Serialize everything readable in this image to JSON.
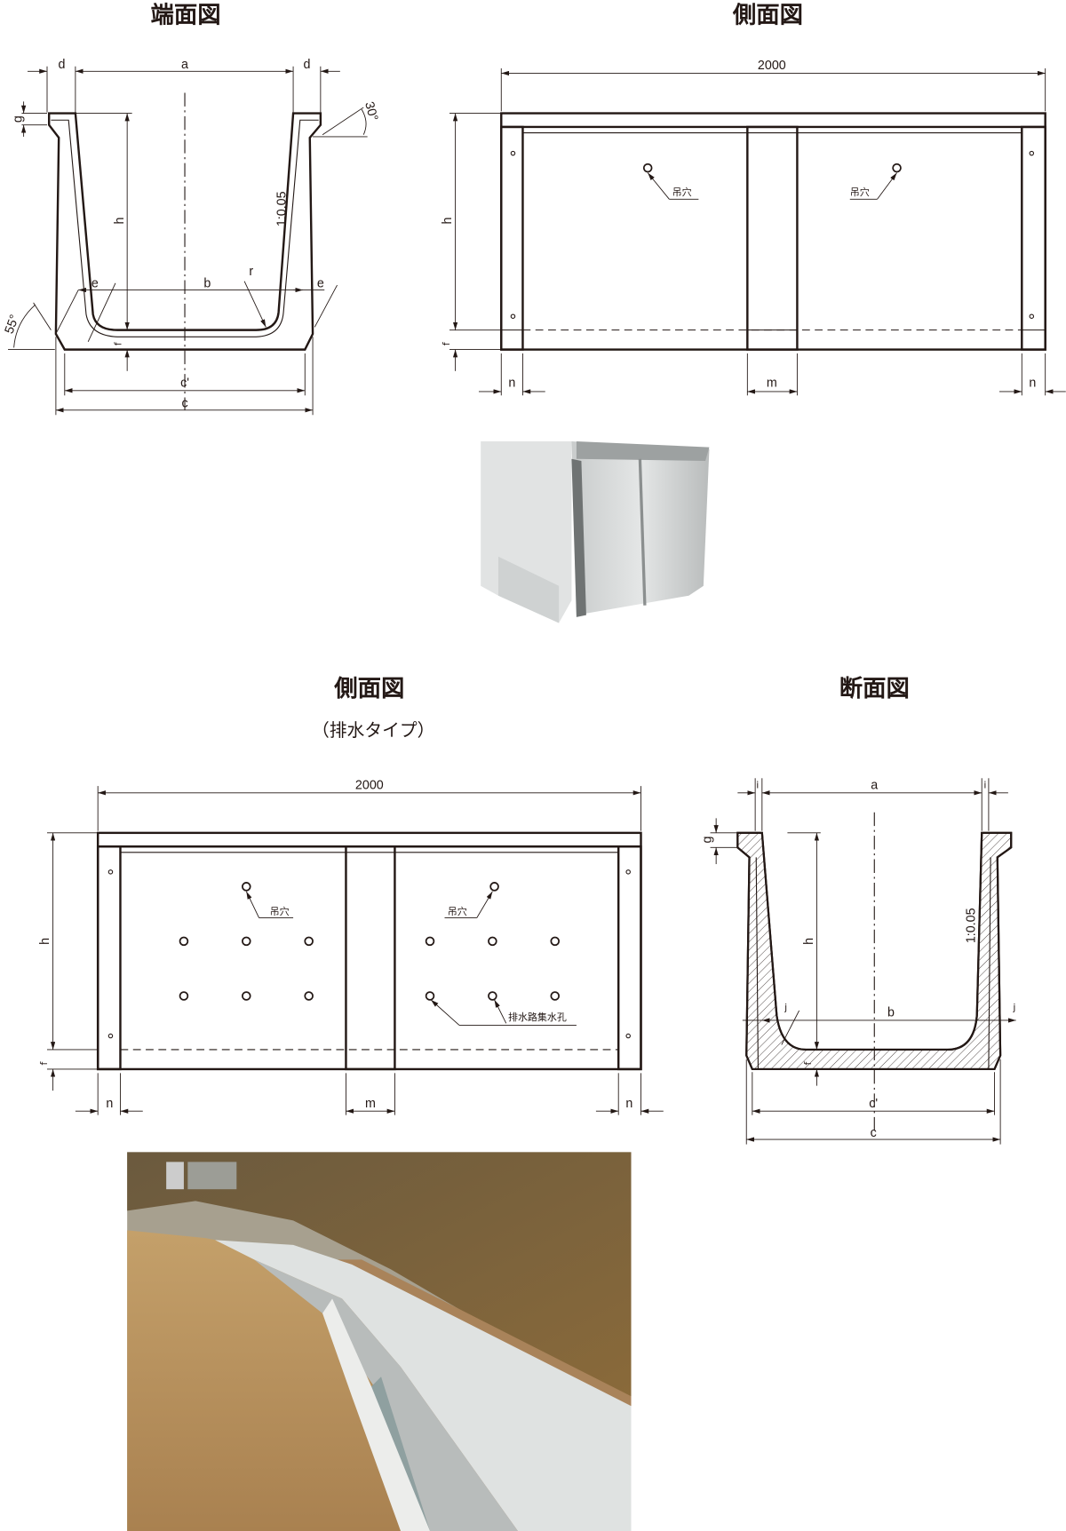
{
  "titles": {
    "end_view": "端面図",
    "side_view": "側面図",
    "side_view_drain": "側面図",
    "drain_type": "（排水タイプ）",
    "section_view": "断面図"
  },
  "dims": {
    "a": "a",
    "b": "b",
    "c": "c",
    "c_prime": "c'",
    "d": "d",
    "e": "e",
    "f": "f",
    "g": "g",
    "h": "h",
    "i": "i",
    "j": "j",
    "m": "m",
    "n": "n",
    "r": "r",
    "length": "2000",
    "slope": "1:0.05",
    "angle_30": "30°",
    "angle_55": "55°"
  },
  "notes": {
    "lifting_hole": "吊穴",
    "drain_hole": "排水路集水孔"
  },
  "colors": {
    "line": "#231815",
    "concrete": "#d9dcdc",
    "soil": "#b58f5a"
  }
}
